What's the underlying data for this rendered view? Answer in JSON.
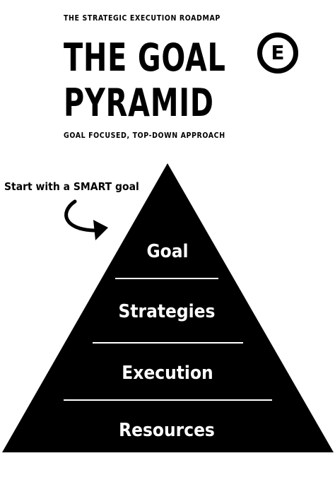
{
  "kicker": "THE STRATEGIC EXECUTION ROADMAP",
  "title": {
    "line1": "THE GOAL",
    "line2": "PYRAMID"
  },
  "subtitle": "GOAL FOCUSED, TOP-DOWN APPROACH",
  "logo": {
    "letter": "E"
  },
  "callout": {
    "text": "Start with a SMART goal",
    "icon": "curved-arrow-icon"
  },
  "pyramid": {
    "levels": [
      "Goal",
      "Strategies",
      "Execution",
      "Resources"
    ],
    "fill_color": "#000000",
    "text_color": "#ffffff",
    "divider_color": "#ffffff"
  }
}
